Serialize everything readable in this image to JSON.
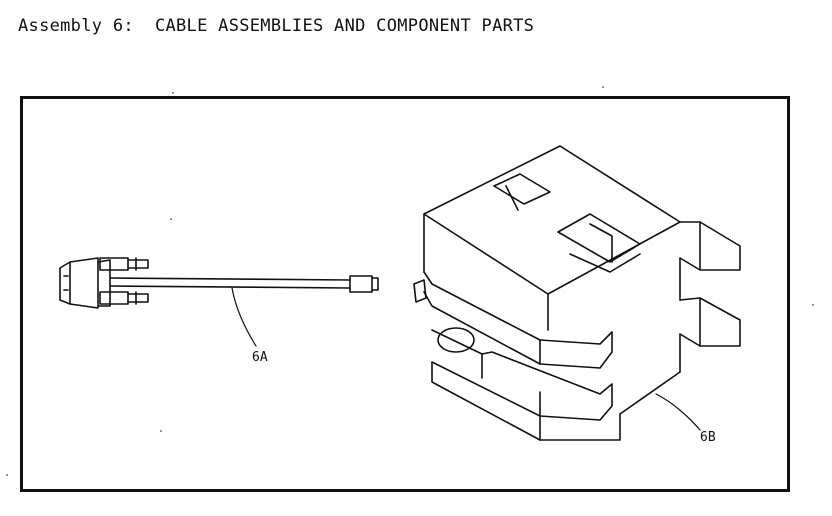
{
  "header": {
    "title": "Assembly 6:  CABLE ASSEMBLIES AND COMPONENT PARTS"
  },
  "callouts": [
    {
      "id": "6A",
      "label": "6A"
    },
    {
      "id": "6B",
      "label": "6B"
    }
  ],
  "colors": {
    "ink": "#111111",
    "background": "#ffffff"
  }
}
